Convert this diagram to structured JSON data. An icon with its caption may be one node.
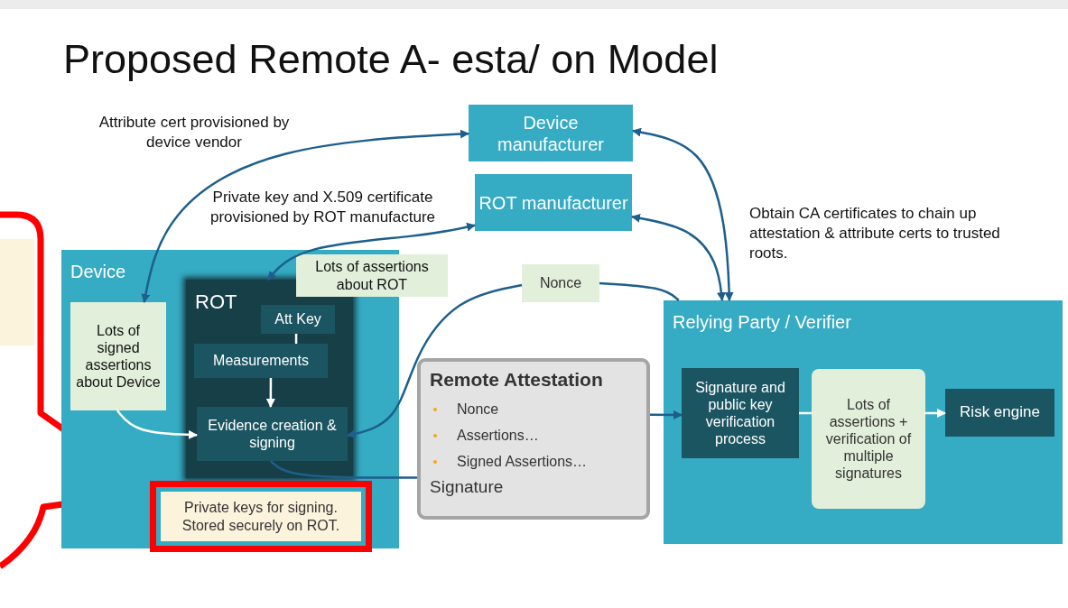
{
  "diagram": {
    "title": "Proposed Remote A- esta/ on Model",
    "nodes": [
      {
        "text": [
          "Device manufacturer"
        ]
      },
      {
        "text": [
          "ROT manufacturer"
        ]
      },
      {
        "text": [
          "Device"
        ]
      },
      {
        "text": [
          "Lots of signed assertions about Device"
        ],
        "in": 2
      },
      {
        "text": [
          "ROT"
        ],
        "in": 2
      },
      {
        "text": [
          "Lots of assertions about ROT"
        ]
      },
      {
        "text": [
          "Att Key"
        ],
        "in": 4
      },
      {
        "text": [
          "Measurements"
        ],
        "in": 4
      },
      {
        "text": [
          "Evidence creation & signing"
        ],
        "in": 4
      },
      {
        "text": [
          "Private keys for signing. Stored securely on ROT."
        ],
        "in": 2
      },
      {
        "text": [
          "Nonce"
        ]
      },
      {
        "text": [
          "Remote Attestation",
          "Nonce",
          "Assertions…",
          "Signed Assertions…",
          "Signature"
        ]
      },
      {
        "text": [
          "Relying Party / Verifier"
        ]
      },
      {
        "text": [
          "Signature and public key verification process"
        ],
        "in": 12
      },
      {
        "text": [
          "Lots of assertions + verification of multiple signatures"
        ],
        "in": 12
      },
      {
        "text": [
          "Risk engine"
        ],
        "in": 12
      }
    ],
    "edges": [
      {
        "from": 0,
        "to": 3,
        "arrow": "both"
      },
      {
        "from": 1,
        "to": 4,
        "arrow": "both"
      },
      {
        "from": 0,
        "to": 12,
        "arrow": "both"
      },
      {
        "from": 1,
        "to": 12,
        "arrow": "both"
      },
      {
        "from": 12,
        "to": 10,
        "arrow": "none"
      },
      {
        "from": 10,
        "to": 8,
        "arrow": "to"
      },
      {
        "from": 8,
        "to": 11,
        "arrow": "none"
      },
      {
        "from": 11,
        "to": 13,
        "arrow": "to"
      },
      {
        "from": 13,
        "to": 14,
        "arrow": "none",
        "color": "#ffffff"
      },
      {
        "from": 14,
        "to": 15,
        "arrow": "to",
        "color": "#ffffff"
      },
      {
        "from": 6,
        "to": 7,
        "arrow": "none",
        "color": "#ffffff"
      },
      {
        "from": 7,
        "to": 8,
        "arrow": "to",
        "color": "#ffffff"
      },
      {
        "from": 3,
        "to": 8,
        "arrow": "to",
        "color": "#ffffff"
      }
    ],
    "labels": [
      "Attribute cert provisioned by device vendor",
      "Private key and X.509 certificate provisioned by ROT manufacture",
      "Obtain CA certificates to chain up attestation & attribute certs to trusted roots."
    ]
  }
}
